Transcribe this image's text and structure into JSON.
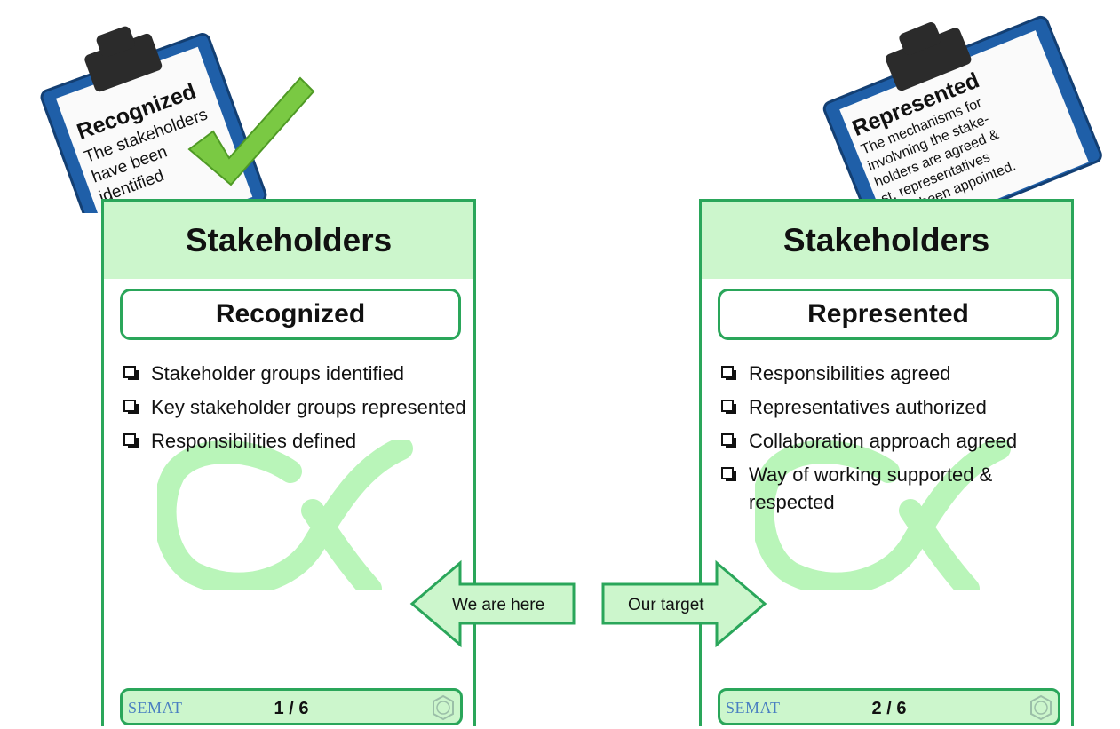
{
  "left_clipboard": {
    "title": "Recognized",
    "text_lines": [
      "The stakeholders",
      "have been",
      "identified"
    ]
  },
  "right_clipboard": {
    "title": "Represented",
    "text_lines": [
      "The mechanisms for",
      "involvning the stake-",
      "holders are agreed &",
      "st. representatives",
      "have been appointed."
    ]
  },
  "left_card": {
    "alpha": "Stakeholders",
    "state": "Recognized",
    "checklist": [
      "Stakeholder groups identified",
      "Key stakeholder groups represented",
      "Responsibilities defined"
    ],
    "footer_logo": "SEMAT",
    "page": "1 / 6"
  },
  "right_card": {
    "alpha": "Stakeholders",
    "state": "Represented",
    "checklist": [
      "Responsibilities agreed",
      "Representatives authorized",
      "Collaboration approach agreed",
      "Way of working supported  & respected"
    ],
    "footer_logo": "SEMAT",
    "page": "2 / 6"
  },
  "arrows": {
    "left_label": "We are here",
    "right_label": "Our target"
  },
  "colors": {
    "card_border": "#2aa65a",
    "card_header": "#ccf6cc",
    "watermark": "#b9f5b9",
    "arrow_fill": "#ccf6cc",
    "arrow_stroke": "#2aa65a",
    "check_green": "#7ac943"
  },
  "icons": [
    "clipboard-icon",
    "checkmark-icon",
    "alpha-icon",
    "semat-logo",
    "essence-seal-icon"
  ]
}
